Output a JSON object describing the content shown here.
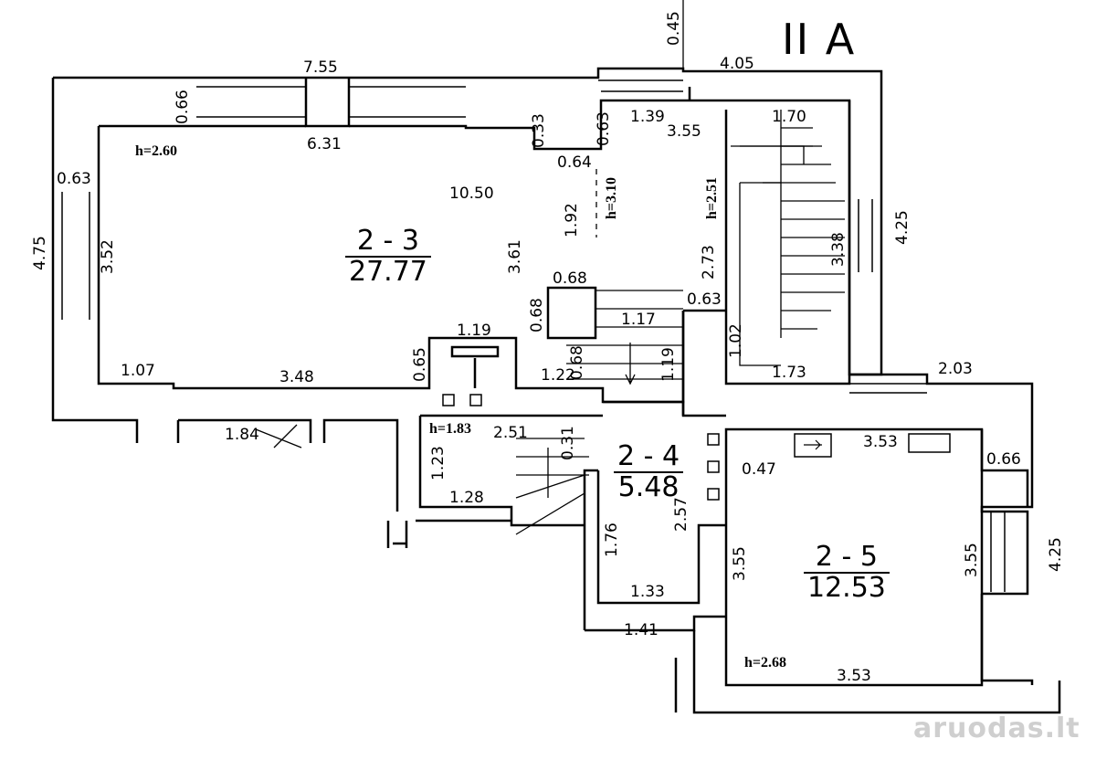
{
  "title": "II A",
  "watermark": "aruodas.lt",
  "rooms": [
    {
      "id": "2-3",
      "number": "2 - 3",
      "area": "27.77"
    },
    {
      "id": "2-4",
      "number": "2 - 4",
      "area": "5.48"
    },
    {
      "id": "2-5",
      "number": "2 - 5",
      "area": "12.53"
    }
  ],
  "heights": {
    "room_2_3": "h=2.60",
    "room_2_3b": "h=3.10",
    "stair": "h=2.51",
    "small": "h=1.83",
    "room_2_5": "h=2.68"
  },
  "dims": {
    "d_755": "7.55",
    "d_631": "6.31",
    "d_066a": "0.66",
    "d_063a": "0.63",
    "d_475": "4.75",
    "d_352": "3.52",
    "d_1050": "10.50",
    "d_033": "0.33",
    "d_064": "0.64",
    "d_063b": "0.63",
    "d_045": "0.45",
    "d_405": "4.05",
    "d_139": "1.39",
    "d_355a": "3.55",
    "d_170": "1.70",
    "d_192": "1.92",
    "d_361": "3.61",
    "d_273": "2.73",
    "d_338": "3.38",
    "d_425a": "4.25",
    "d_068a": "0.68",
    "d_068b": "0.68",
    "d_063c": "0.63",
    "d_117": "1.17",
    "d_102": "1.02",
    "d_119a": "1.19",
    "d_065": "0.65",
    "d_107": "1.07",
    "d_348": "3.48",
    "d_068c": "0.68",
    "d_122": "1.22",
    "d_119b": "1.19",
    "d_173": "1.73",
    "d_203": "2.03",
    "d_184": "1.84",
    "d_251": "2.51",
    "d_031": "0.31",
    "d_123": "1.23",
    "d_128": "1.28",
    "d_047": "0.47",
    "d_353a": "3.53",
    "d_066b": "0.66",
    "d_425b": "4.25",
    "d_257": "2.57",
    "d_176": "1.76",
    "d_133": "1.33",
    "d_141": "1.41",
    "d_355b": "3.55",
    "d_355c": "3.55",
    "d_353b": "3.53"
  }
}
